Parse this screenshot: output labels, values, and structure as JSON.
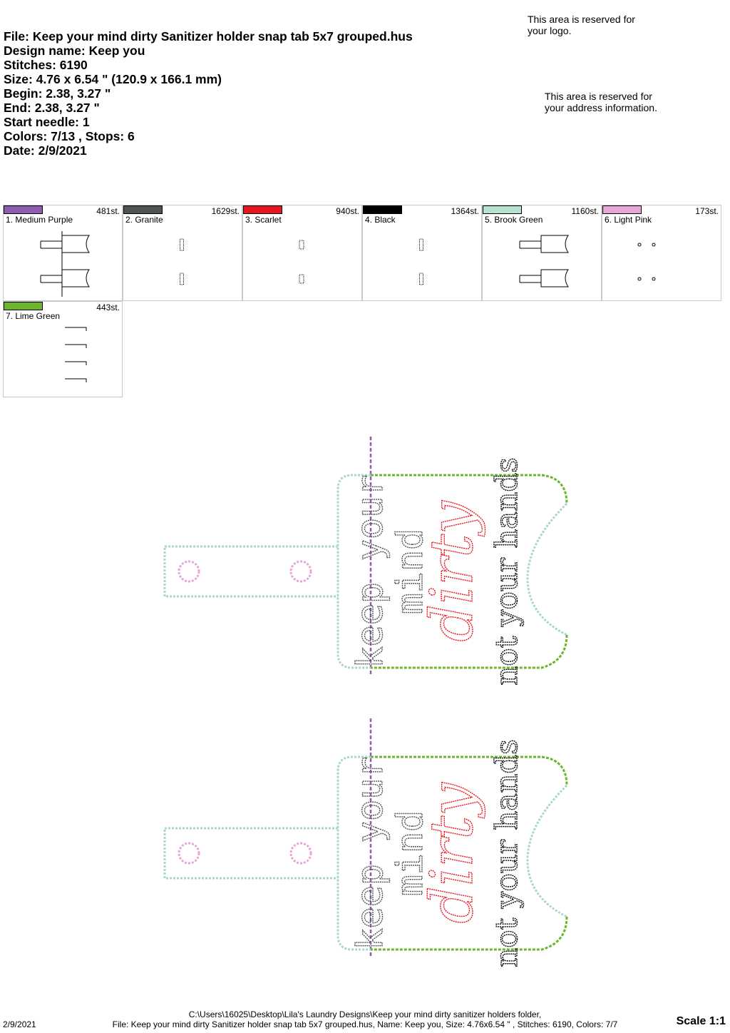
{
  "header": {
    "file": "File: Keep your mind dirty Sanitizer holder snap tab 5x7 grouped.hus",
    "design_name": "Design name: Keep you",
    "stitches": "Stitches: 6190",
    "size": "Size: 4.76 x 6.54 \" (120.9 x 166.1 mm)",
    "begin": "Begin: 2.38, 3.27 \"",
    "end": "End: 2.38, 3.27 \"",
    "start_needle": "Start needle: 1",
    "colors": "Colors: 7/13 , Stops: 6",
    "date": "Date: 2/9/2021"
  },
  "reserved": {
    "logo_line1": "This area is reserved for",
    "logo_line2": "your logo.",
    "address_line1": "This area is reserved for",
    "address_line2": "your address information."
  },
  "colors": [
    {
      "name": "1. Medium Purple",
      "stitches": "481st.",
      "hex": "#8e5cb3",
      "thumb": "outline"
    },
    {
      "name": "2. Granite",
      "stitches": "1629st.",
      "hex": "#4f5554",
      "thumb": "text"
    },
    {
      "name": "3. Scarlet",
      "stitches": "940st.",
      "hex": "#e8141e",
      "thumb": "script"
    },
    {
      "name": "4. Black",
      "stitches": "1364st.",
      "hex": "#000000",
      "thumb": "text2"
    },
    {
      "name": "5. Brook Green",
      "stitches": "1160st.",
      "hex": "#b6e2cf",
      "thumb": "outline2"
    },
    {
      "name": "6. Light Pink",
      "stitches": "173st.",
      "hex": "#e6a6d6",
      "thumb": "dots"
    },
    {
      "name": "7. Lime Green",
      "stitches": "443st.",
      "hex": "#6eb52e",
      "thumb": "edges"
    }
  ],
  "design": {
    "line1": "keep your",
    "line2": "mind",
    "line3": "dirty",
    "line4": "not your hands",
    "colors": {
      "purple": "#8e5cb3",
      "granite": "#4f5554",
      "scarlet": "#e8141e",
      "black": "#000000",
      "brook": "#a9d9c5",
      "pink": "#e6a6d6",
      "lime": "#6eb52e"
    }
  },
  "footer": {
    "path": "C:\\Users\\16025\\Desktop\\Lila's Laundry Designs\\Keep your mind dirty sanitizer holders folder,",
    "line": "File: Keep your mind dirty Sanitizer holder snap tab 5x7 grouped.hus, Name: Keep you, Size: 4.76x6.54 \" , Stitches: 6190, Colors: 7/7",
    "date": "2/9/2021",
    "scale": "Scale 1:1"
  }
}
